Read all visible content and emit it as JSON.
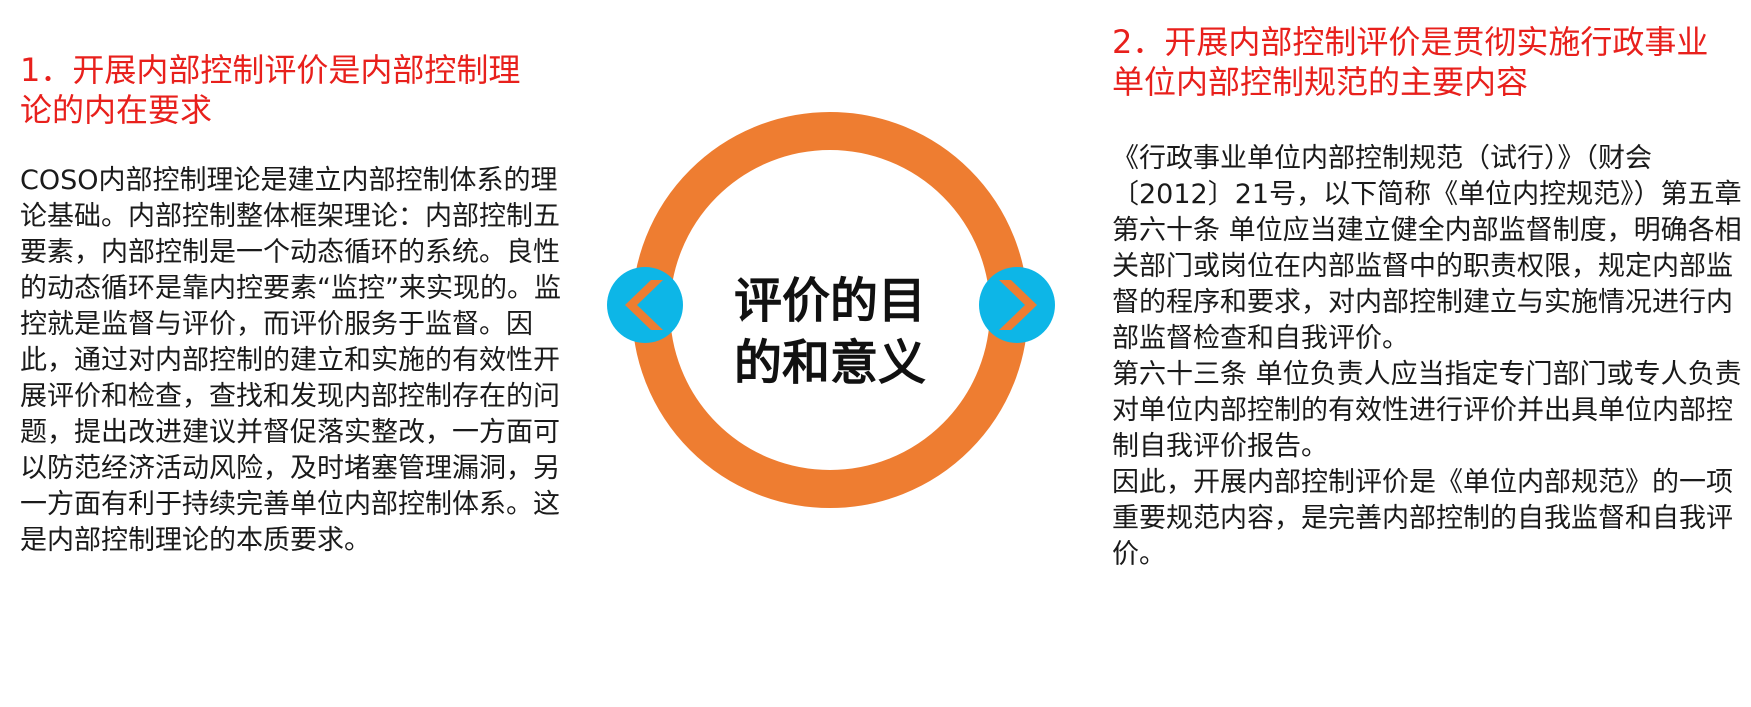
{
  "left": {
    "heading": "1．开展内部控制评价是内部控制理论的内在要求",
    "body": "COSO内部控制理论是建立内部控制体系的理论基础。内部控制整体框架理论：内部控制五要素，内部控制是一个动态循环的系统。良性的动态循环是靠内控要素“监控”来实现的。监控就是监督与评价，而评价服务于监督。因此，通过对内部控制的建立和实施的有效性开展评价和检查，查找和发现内部控制存在的问题，提出改进建议并督促落实整改，一方面可以防范经济活动风险，及时堵塞管理漏洞，另一方面有利于持续完善单位内部控制体系。这是内部控制理论的本质要求。"
  },
  "center": {
    "title": "评价的目\n的和意义",
    "ring_color": "#ee7d31",
    "arrow_circle_color": "#0db6e7",
    "left_arrow_icon": "chevron-left-icon",
    "right_arrow_icon": "chevron-right-icon"
  },
  "right": {
    "heading": "2．开展内部控制评价是贯彻实施行政事业单位内部控制规范的主要内容",
    "body": "《行政事业单位内部控制规范（试行）》（财会〔2012〕21号，以下简称《单位内控规范》）第五章第六十条  单位应当建立健全内部监督制度，明确各相关部门或岗位在内部监督中的职责权限，规定内部监督的程序和要求，对内部控制建立与实施情况进行内部监督检查和自我评价。\n第六十三条  单位负责人应当指定专门部门或专人负责对单位内部控制的有效性进行评价并出具单位内部控制自我评价报告。\n因此，开展内部控制评价是《单位内部规范》的一项重要规范内容，是完善内部控制的自我监督和自我评价。"
  },
  "colors": {
    "heading": "#e8201c",
    "body": "#1a1a1a"
  }
}
